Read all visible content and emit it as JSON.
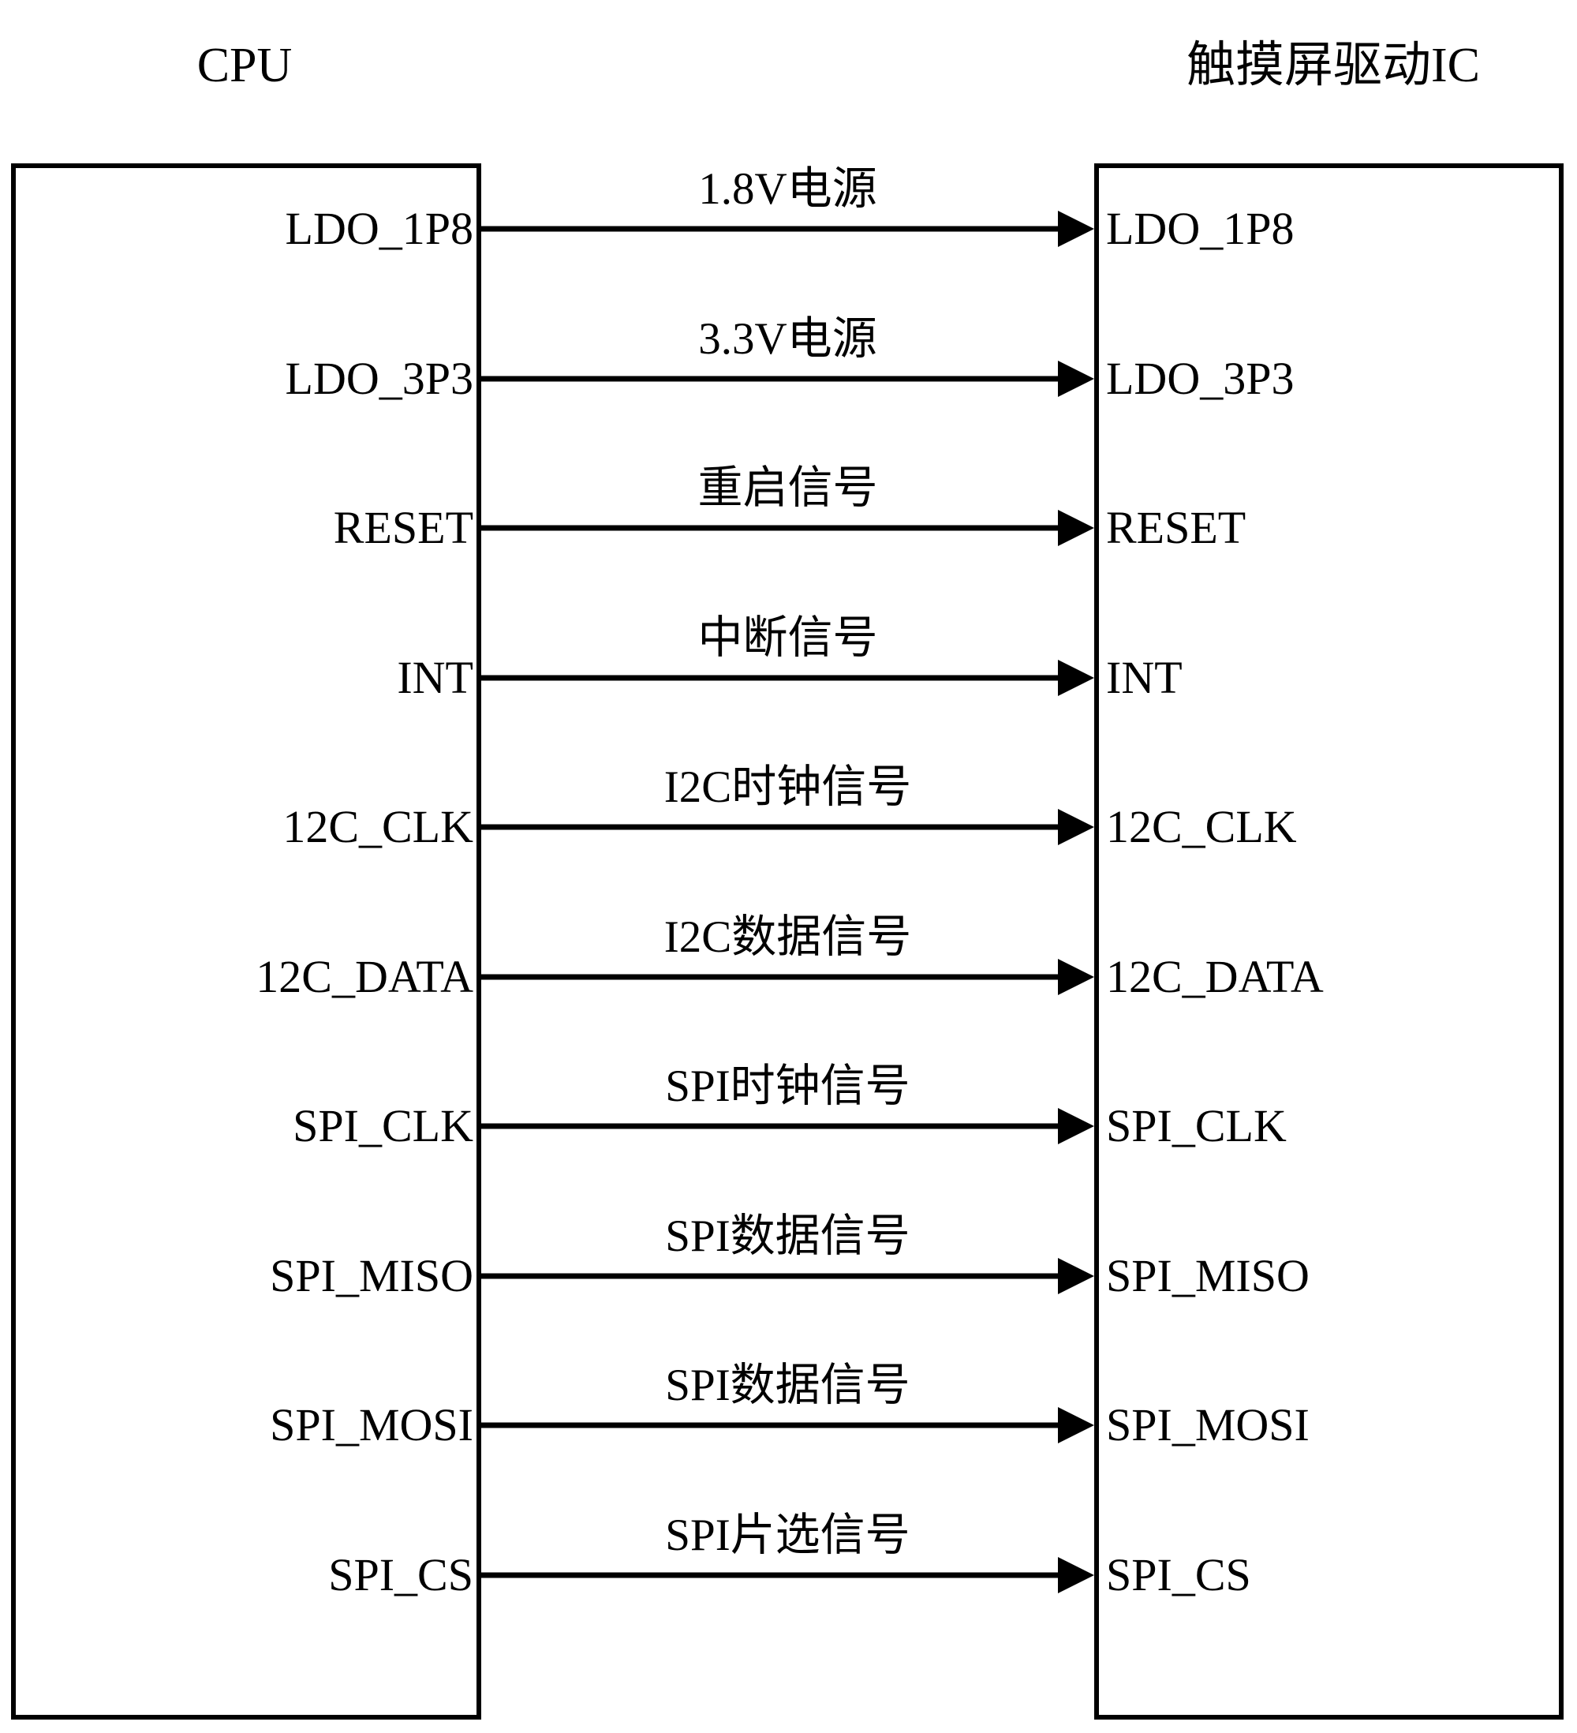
{
  "diagram": {
    "left_block_title": "CPU",
    "right_block_title": "触摸屏驱动IC",
    "signals": [
      {
        "left_pin": "LDO_1P8",
        "right_pin": "LDO_1P8",
        "description": "1.8V电源",
        "direction": "left-to-right"
      },
      {
        "left_pin": "LDO_3P3",
        "right_pin": "LDO_3P3",
        "description": "3.3V电源",
        "direction": "left-to-right"
      },
      {
        "left_pin": "RESET",
        "right_pin": "RESET",
        "description": "重启信号",
        "direction": "left-to-right"
      },
      {
        "left_pin": "INT",
        "right_pin": "INT",
        "description": "中断信号",
        "direction": "left-to-right"
      },
      {
        "left_pin": "12C_CLK",
        "right_pin": "12C_CLK",
        "description": "I2C时钟信号",
        "direction": "left-to-right"
      },
      {
        "left_pin": "12C_DATA",
        "right_pin": "12C_DATA",
        "description": "I2C数据信号",
        "direction": "left-to-right"
      },
      {
        "left_pin": "SPI_CLK",
        "right_pin": "SPI_CLK",
        "description": "SPI时钟信号",
        "direction": "left-to-right"
      },
      {
        "left_pin": "SPI_MISO",
        "right_pin": "SPI_MISO",
        "description": "SPI数据信号",
        "direction": "left-to-right"
      },
      {
        "left_pin": "SPI_MOSI",
        "right_pin": "SPI_MOSI",
        "description": "SPI数据信号",
        "direction": "left-to-right"
      },
      {
        "left_pin": "SPI_CS",
        "right_pin": "SPI_CS",
        "description": "SPI片选信号",
        "direction": "left-to-right"
      }
    ],
    "colors": {
      "stroke": "#000000",
      "background": "#ffffff"
    }
  }
}
